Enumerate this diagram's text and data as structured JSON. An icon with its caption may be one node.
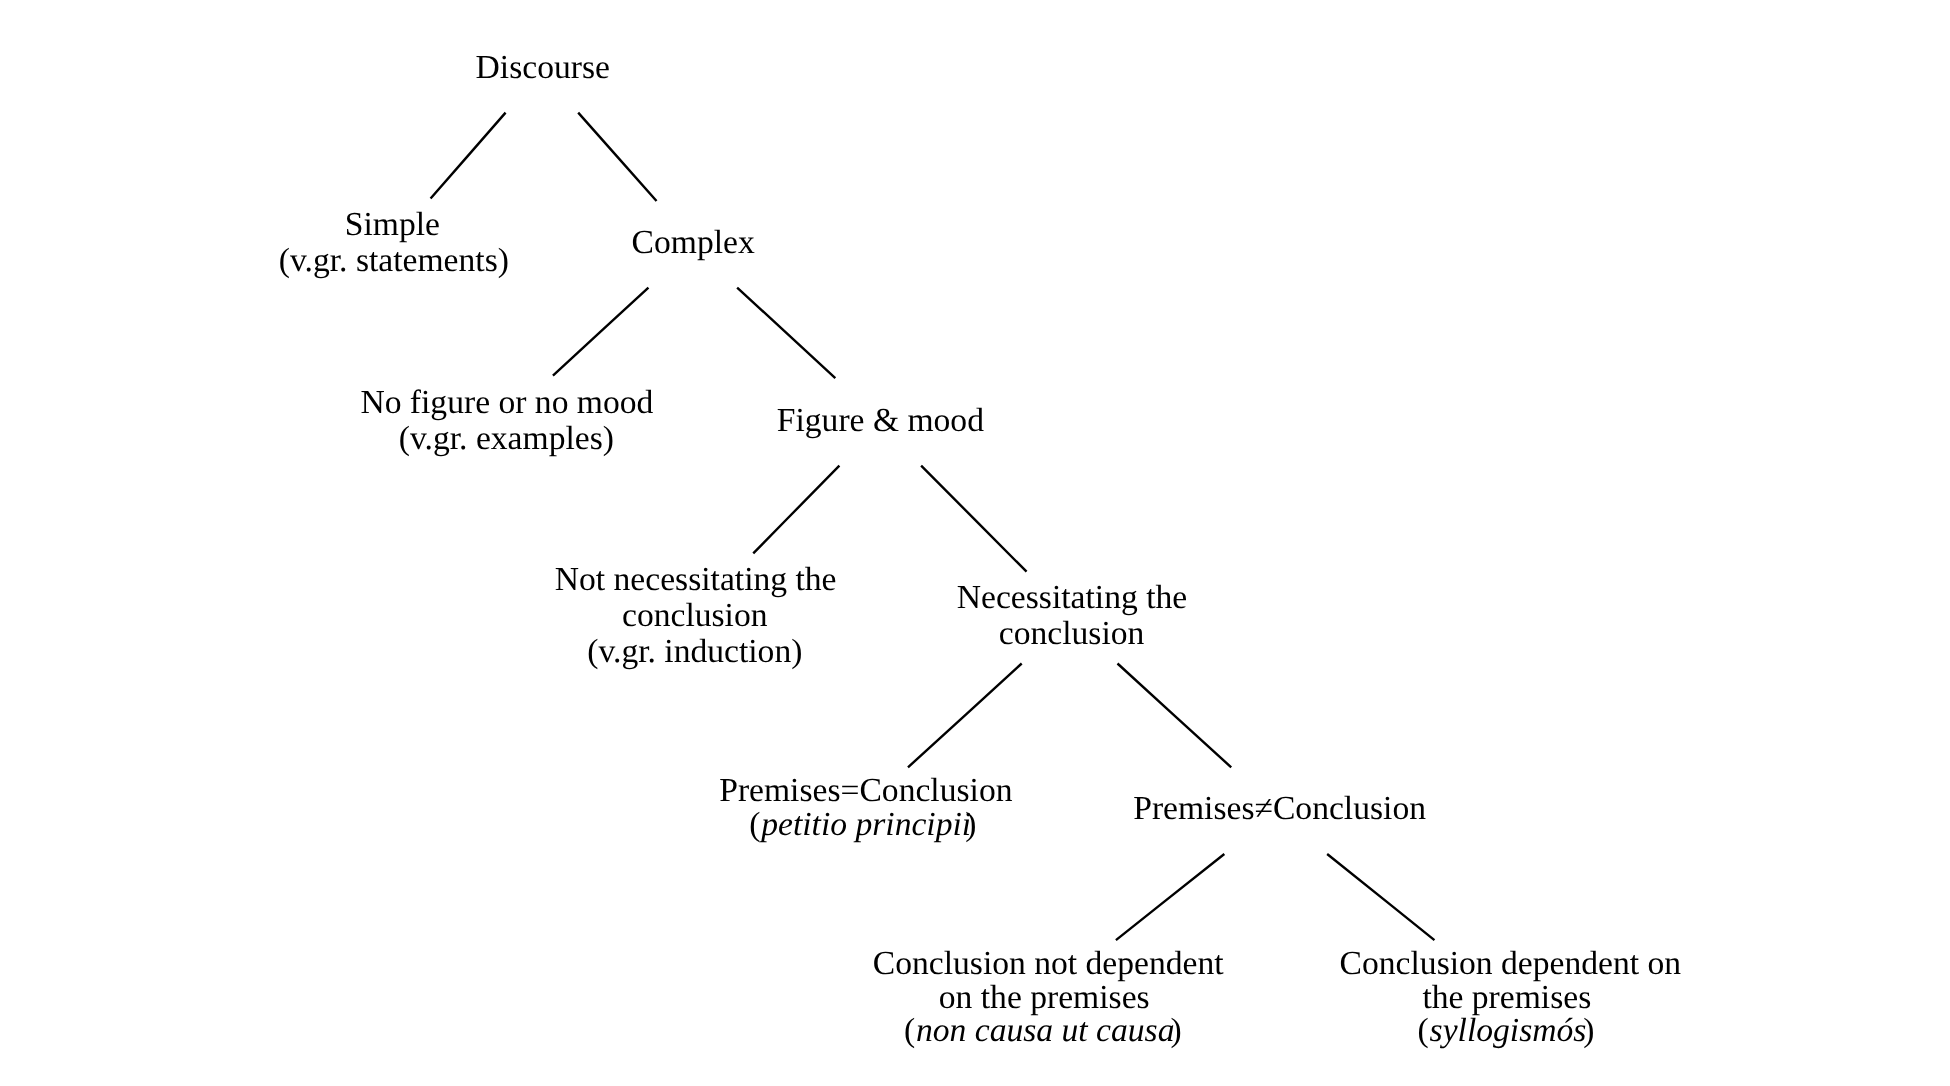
{
  "diagram": {
    "nodes": [
      {
        "text": [
          "Discourse"
        ]
      },
      {
        "text": [
          "Simple",
          "(v.gr. statements)"
        ]
      },
      {
        "text": [
          "Complex"
        ]
      },
      {
        "text": [
          "No figure or no mood",
          "(v.gr. examples)"
        ]
      },
      {
        "text": [
          "Figure & mood"
        ]
      },
      {
        "text": [
          "Not necessitating the conclusion",
          "(v.gr. induction)"
        ]
      },
      {
        "text": [
          "Necessitating the conclusion"
        ]
      },
      {
        "text": [
          "Premises=Conclusion",
          "(*petitio principii*)"
        ]
      },
      {
        "text": [
          "Premises≠Conclusion"
        ]
      },
      {
        "text": [
          "Conclusion not dependent on the premises",
          "(*non causa ut causa*)"
        ]
      },
      {
        "text": [
          "Conclusion dependent on the premises",
          "(*syllogismós*)"
        ]
      }
    ],
    "edges": [
      {
        "from": 0,
        "to": 1,
        "arrow": "none"
      },
      {
        "from": 0,
        "to": 2,
        "arrow": "none"
      },
      {
        "from": 2,
        "to": 3,
        "arrow": "none"
      },
      {
        "from": 2,
        "to": 4,
        "arrow": "none"
      },
      {
        "from": 4,
        "to": 5,
        "arrow": "none"
      },
      {
        "from": 4,
        "to": 6,
        "arrow": "none"
      },
      {
        "from": 6,
        "to": 7,
        "arrow": "none"
      },
      {
        "from": 6,
        "to": 8,
        "arrow": "none"
      },
      {
        "from": 8,
        "to": 9,
        "arrow": "none"
      },
      {
        "from": 8,
        "to": 10,
        "arrow": "none"
      }
    ]
  }
}
